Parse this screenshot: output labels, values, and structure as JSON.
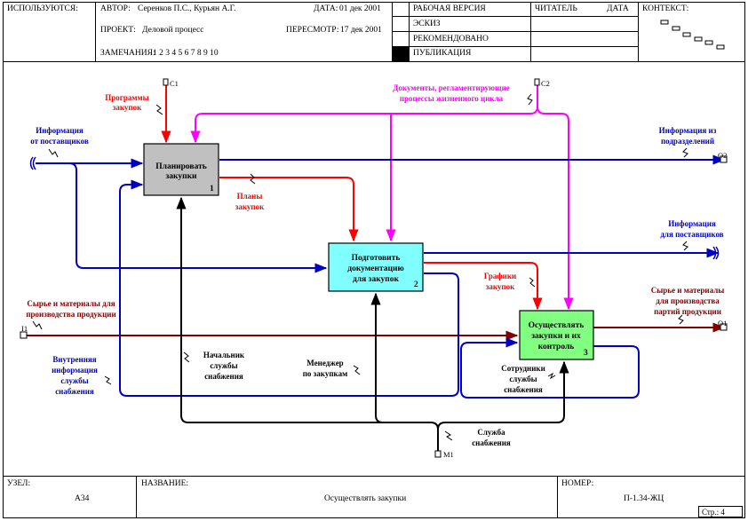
{
  "header": {
    "used_at_label": "ИСПОЛЬЗУЮТСЯ:",
    "author_label": "АВТОР:",
    "author_value": "Серенков П.С., Курьян А.Г.",
    "date_label": "ДАТА:",
    "date_value": "01 дек 2001",
    "project_label": "ПРОЕКТ:",
    "project_value": "Деловой процесс",
    "revision_label": "ПЕРЕСМОТР:",
    "revision_value": "17 дек 2001",
    "notes_label": "ЗАМЕЧАНИЯ:",
    "notes_value": "1 2 3 4 5 6 7 8 9 10",
    "status_working": "РАБОЧАЯ ВЕРСИЯ",
    "status_draft": "ЭСКИЗ",
    "status_recommended": "РЕКОМЕНДОВАНО",
    "status_publication": "ПУБЛИКАЦИЯ",
    "reader_label": "ЧИТАТЕЛЬ",
    "reader_date_label": "ДАТА",
    "context_label": "КОНТЕКСТ:"
  },
  "footer": {
    "node_label": "УЗЕЛ:",
    "node_value": "А34",
    "title_label": "НАЗВАНИЕ:",
    "title_value": "Осуществлять закупки",
    "number_label": "НОМЕР:",
    "number_value": "П-1.34-ЖЦ",
    "page_label": "Стр.: 4"
  },
  "diagram": {
    "blocks": [
      {
        "id": "1",
        "title": [
          "Планировать",
          "закупки"
        ],
        "number": "1",
        "color": "#c0c0c0"
      },
      {
        "id": "2",
        "title": [
          "Подготовить",
          "документацию",
          "для закупок"
        ],
        "number": "2",
        "color": "#80ffff"
      },
      {
        "id": "3",
        "title": [
          "Осуществлять",
          "закупки и их",
          "контроль"
        ],
        "number": "3",
        "color": "#80ff80"
      }
    ],
    "tunnel_labels": {
      "c1": "C1",
      "c2": "C2",
      "o1": "O1",
      "o2": "O2",
      "i1": "I1",
      "m1": "M1"
    },
    "arrow_labels": {
      "purchase_programs": [
        "Программы",
        "закупок"
      ],
      "supplier_info": [
        "Информация",
        "от поставщиков"
      ],
      "regulating_docs": [
        "Документы, регламентирующие",
        "процессы жизненного цикла"
      ],
      "info_from_departments": [
        "Информация из",
        "подразделений"
      ],
      "purchase_plans": [
        "Планы",
        "закупок"
      ],
      "info_for_suppliers": [
        "Информация",
        "для поставщиков"
      ],
      "purchase_schedules": [
        "Графики",
        "закупок"
      ],
      "raw_materials_in": [
        "Сырье и материалы для",
        "производства продукции"
      ],
      "raw_materials_out": [
        "Сырье и материалы",
        "для производства",
        "партий продукции"
      ],
      "internal_info": [
        "Внутренняя",
        "информация",
        "службы",
        "снабжения"
      ],
      "head_of_service": [
        "Начальник",
        "службы",
        "снабжения"
      ],
      "purchase_manager": [
        "Менеджер",
        "по закупкам"
      ],
      "staff": [
        "Сотрудники",
        "службы",
        "снабжения"
      ],
      "supply_service": [
        "Служба",
        "снабжения"
      ]
    },
    "colors": {
      "control": "#ff0000",
      "docs": "#ff00ff",
      "info": "#0000c0",
      "material": "#800000",
      "mechanism": "#000000"
    }
  }
}
